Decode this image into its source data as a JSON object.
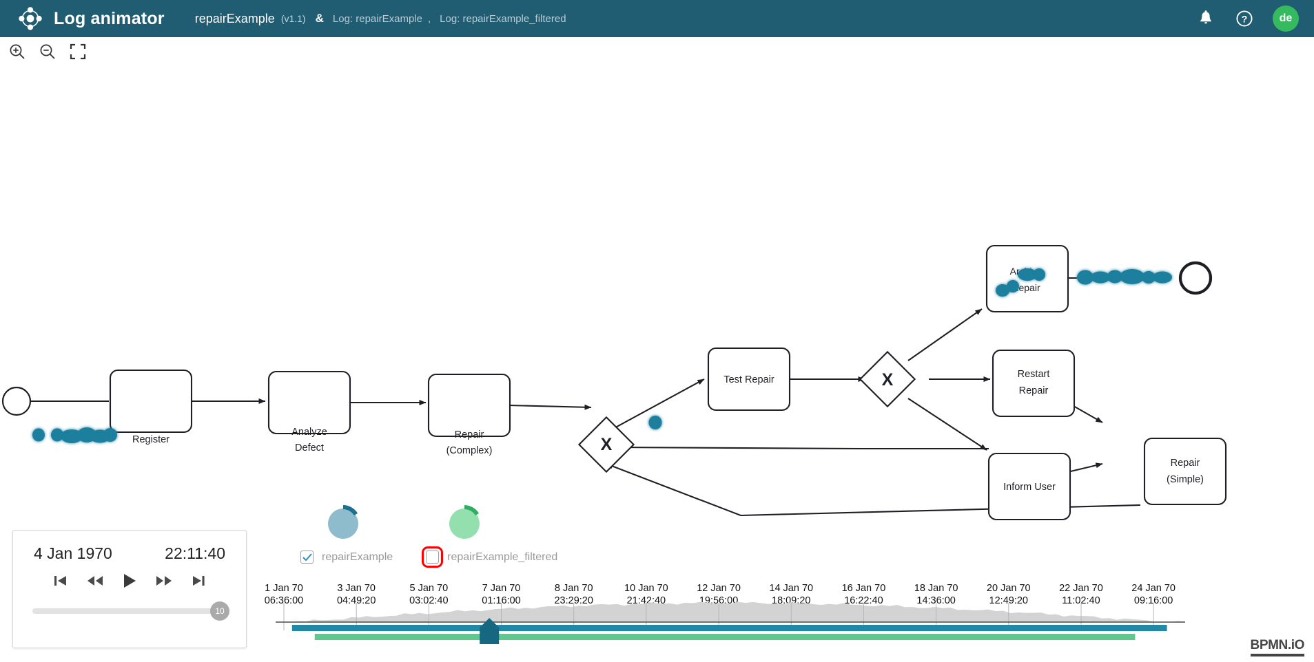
{
  "header": {
    "logo_icon": "network-nodes-logo-icon",
    "app_title": "Log animator",
    "model_name": "repairExample",
    "model_version": "(v1.1)",
    "ampersand": "&",
    "log_1": "Log: repairExample",
    "comma": ",",
    "log_2": "Log: repairExample_filtered",
    "bell_icon": "bell-icon",
    "help_icon": "question-circle-icon",
    "avatar_initials": "de",
    "bg_color": "#205d72",
    "avatar_color": "#36ba5f"
  },
  "toolbar": {
    "zoom_in_icon": "zoom-in-icon",
    "zoom_out_icon": "zoom-out-icon",
    "fit_screen_icon": "fit-to-screen-icon"
  },
  "playback": {
    "date": "4 Jan 1970",
    "time": "22:11:40",
    "buttons": [
      {
        "name": "skip-to-start-button",
        "icon": "skip-start-icon"
      },
      {
        "name": "rewind-button",
        "icon": "rewind-icon"
      },
      {
        "name": "play-button",
        "icon": "play-icon"
      },
      {
        "name": "fast-forward-button",
        "icon": "fast-forward-icon"
      },
      {
        "name": "skip-to-end-button",
        "icon": "skip-end-icon"
      }
    ],
    "speed_value": "10"
  },
  "legend": {
    "entries": [
      {
        "label": "repairExample",
        "checked": true,
        "highlighted": false,
        "fill_color": "#8fbccd",
        "arc_color": "#1d6f8e"
      },
      {
        "label": "repairExample_filtered",
        "checked": false,
        "highlighted": true,
        "fill_color": "#93dfae",
        "arc_color": "#2fae62"
      }
    ],
    "highlight_color": "#ff0000"
  },
  "timeline": {
    "ticks": [
      {
        "date": "1 Jan 70",
        "time": "06:36:00"
      },
      {
        "date": "3 Jan 70",
        "time": "04:49:20"
      },
      {
        "date": "5 Jan 70",
        "time": "03:02:40"
      },
      {
        "date": "7 Jan 70",
        "time": "01:16:00"
      },
      {
        "date": "8 Jan 70",
        "time": "23:29:20"
      },
      {
        "date": "10 Jan 70",
        "time": "21:42:40"
      },
      {
        "date": "12 Jan 70",
        "time": "19:56:00"
      },
      {
        "date": "14 Jan 70",
        "time": "18:09:20"
      },
      {
        "date": "16 Jan 70",
        "time": "16:22:40"
      },
      {
        "date": "18 Jan 70",
        "time": "14:36:00"
      },
      {
        "date": "20 Jan 70",
        "time": "12:49:20"
      },
      {
        "date": "22 Jan 70",
        "time": "11:02:40"
      },
      {
        "date": "24 Jan 70",
        "time": "09:16:00"
      }
    ],
    "bars": [
      {
        "name": "repairExample-bar",
        "color": "#2288a8",
        "start_pct": 1.8,
        "end_pct": 98.0
      },
      {
        "name": "repairExample_filtered-bar",
        "color": "#5ec98e",
        "start_pct": 4.3,
        "end_pct": 94.5
      }
    ],
    "playhead_pct": 23.5,
    "playhead_color": "#15687f",
    "density_color": "#d3d3d3"
  },
  "diagram": {
    "type": "bpmn",
    "start_event": {
      "name": "start-event"
    },
    "end_event": {
      "name": "end-event"
    },
    "tasks": [
      {
        "id": "register",
        "label": "Register",
        "label2": ""
      },
      {
        "id": "analyze",
        "label": "Analyze",
        "label2": "Defect"
      },
      {
        "id": "repair-complex",
        "label": "Repair",
        "label2": "(Complex)"
      },
      {
        "id": "test-repair",
        "label": "Test Repair",
        "label2": ""
      },
      {
        "id": "archive",
        "label": "Archive",
        "label2": "Repair"
      },
      {
        "id": "restart",
        "label": "Restart",
        "label2": "Repair"
      },
      {
        "id": "inform",
        "label": "Inform User",
        "label2": ""
      },
      {
        "id": "repair-simple",
        "label": "Repair",
        "label2": "(Simple)"
      }
    ],
    "gateways": [
      {
        "id": "gw-join",
        "marker": "X"
      },
      {
        "id": "gw-split",
        "marker": "X"
      }
    ],
    "token_color": "#1d7f9e"
  },
  "watermark": {
    "text": "BPMN.iO"
  }
}
